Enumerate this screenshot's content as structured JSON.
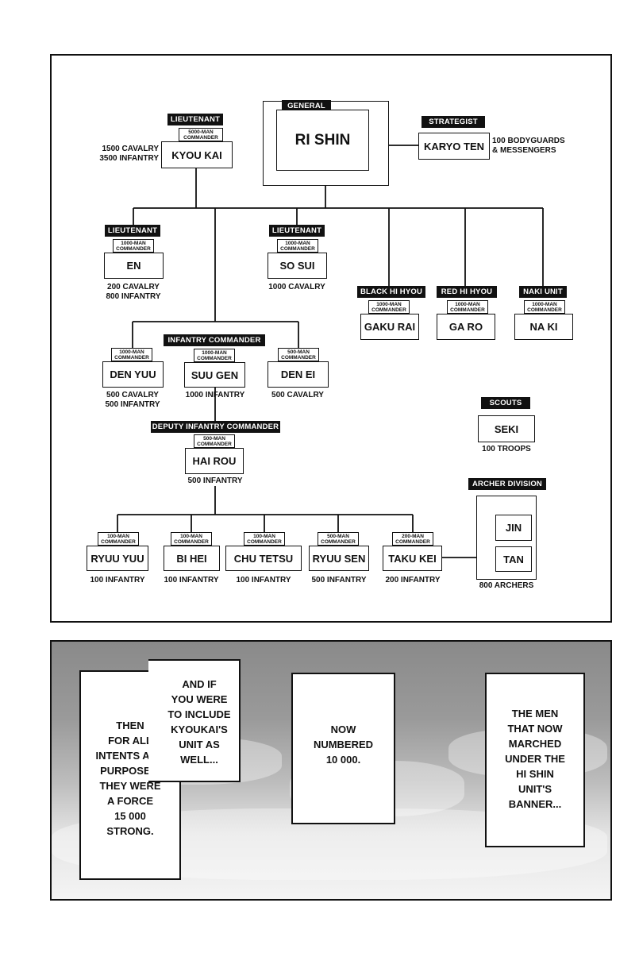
{
  "general": {
    "tag": "GENERAL",
    "name": "RI SHIN"
  },
  "strategist": {
    "tag": "STRATEGIST",
    "name": "KARYO TEN",
    "note": "100 BODYGUARDS\n& MESSENGERS"
  },
  "kyoukai": {
    "tag": "LIEUTENANT",
    "rank": "5000-MAN\nCOMMANDER",
    "name": "KYOU KAI",
    "note": "1500 CAVALRY\n3500 INFANTRY"
  },
  "en": {
    "tag": "LIEUTENANT",
    "rank": "1000-MAN\nCOMMANDER",
    "name": "EN",
    "note": "200 CAVALRY\n800 INFANTRY"
  },
  "sosui": {
    "tag": "LIEUTENANT",
    "rank": "1000-MAN\nCOMMANDER",
    "name": "SO SUI",
    "note": "1000 CAVALRY"
  },
  "gakurai": {
    "tag": "BLACK HI HYOU",
    "rank": "1000-MAN\nCOMMANDER",
    "name": "GAKU RAI"
  },
  "garo": {
    "tag": "RED HI HYOU",
    "rank": "1000-MAN\nCOMMANDER",
    "name": "GA RO"
  },
  "naki": {
    "tag": "NAKI UNIT",
    "rank": "1000-MAN\nCOMMANDER",
    "name": "NA KI"
  },
  "denyuu": {
    "rank": "1000-MAN\nCOMMANDER",
    "name": "DEN YUU",
    "note": "500 CAVALRY\n500 INFANTRY"
  },
  "suugen": {
    "tag": "INFANTRY COMMANDER",
    "rank": "1000-MAN\nCOMMANDER",
    "name": "SUU GEN",
    "note": "1000 INFANTRY"
  },
  "denei": {
    "rank": "500-MAN\nCOMMANDER",
    "name": "DEN EI",
    "note": "500 CAVALRY"
  },
  "scouts": {
    "tag": "SCOUTS",
    "name": "SEKI",
    "note": "100 TROOPS"
  },
  "hairou": {
    "tag": "DEPUTY INFANTRY COMMANDER",
    "rank": "500-MAN\nCOMMANDER",
    "name": "HAI ROU",
    "note": "500 INFANTRY"
  },
  "ryuuyuu": {
    "rank": "100-MAN\nCOMMANDER",
    "name": "RYUU YUU",
    "note": "100 INFANTRY"
  },
  "bihei": {
    "rank": "100-MAN\nCOMMANDER",
    "name": "BI HEI",
    "note": "100 INFANTRY"
  },
  "chutetsu": {
    "rank": "100-MAN\nCOMMANDER",
    "name": "CHU TETSU",
    "note": "100 INFANTRY"
  },
  "ryuusen": {
    "rank": "500-MAN\nCOMMANDER",
    "name": "RYUU SEN",
    "note": "500 INFANTRY"
  },
  "takukei": {
    "rank": "200-MAN\nCOMMANDER",
    "name": "TAKU KEI",
    "note": "200 INFANTRY"
  },
  "archers": {
    "tag": "ARCHER DIVISION",
    "names": [
      "JIN",
      "TAN"
    ],
    "note": "800 ARCHERS"
  },
  "bubbles": [
    "THEN\nFOR ALL\nINTENTS AND\nPURPOSES,\nTHEY WERE\nA FORCE\n15 000\nSTRONG.",
    "AND IF\nYOU WERE\nTO INCLUDE\nKYOUKAI'S\nUNIT AS\nWELL...",
    "NOW\nNUMBERED\n10 000.",
    "THE MEN\nTHAT NOW\nMARCHED\nUNDER THE\nHI SHIN\nUNIT'S\nBANNER..."
  ]
}
